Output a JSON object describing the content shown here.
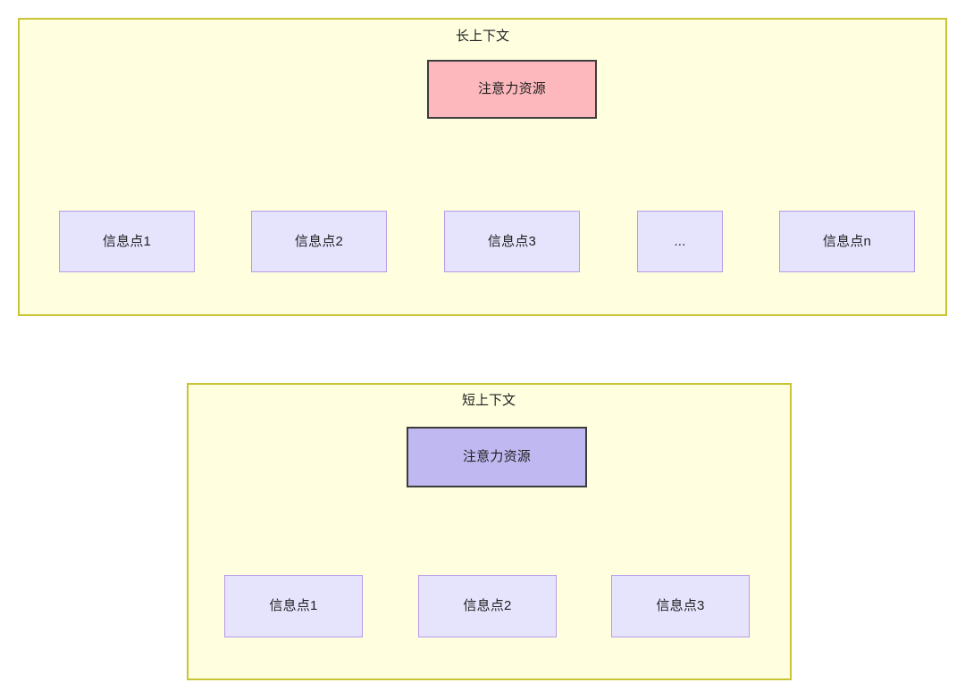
{
  "diagram": {
    "title": "",
    "colors": {
      "panel_fill": "#FFFFE0",
      "panel_border": "#C8C436",
      "attention_long_fill": "#FCB8BC",
      "attention_short_fill": "#C0B8F0",
      "node_border_dark": "#3C3C3C",
      "info_fill": "#E6E3FD",
      "info_border": "#B79BE8",
      "edge_stroke": "#333333",
      "text": "#1F1F1F"
    },
    "panels": [
      {
        "id": "long-context",
        "title": "长上下文",
        "attention_node": {
          "label": "注意力资源",
          "fill": "#FCB8BC"
        },
        "info_nodes": [
          {
            "label": "信息点1"
          },
          {
            "label": "信息点2"
          },
          {
            "label": "信息点3"
          },
          {
            "label": "..."
          },
          {
            "label": "信息点n"
          }
        ]
      },
      {
        "id": "short-context",
        "title": "短上下文",
        "attention_node": {
          "label": "注意力资源",
          "fill": "#C0B8F0"
        },
        "info_nodes": [
          {
            "label": "信息点1"
          },
          {
            "label": "信息点2"
          },
          {
            "label": "信息点3"
          }
        ]
      }
    ]
  }
}
